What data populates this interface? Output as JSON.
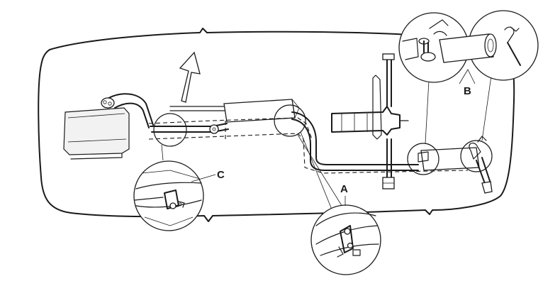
{
  "callouts": {
    "a": "A",
    "b": "B",
    "c": "C"
  },
  "colors": {
    "line": "#1a1a1a",
    "background": "#ffffff"
  }
}
